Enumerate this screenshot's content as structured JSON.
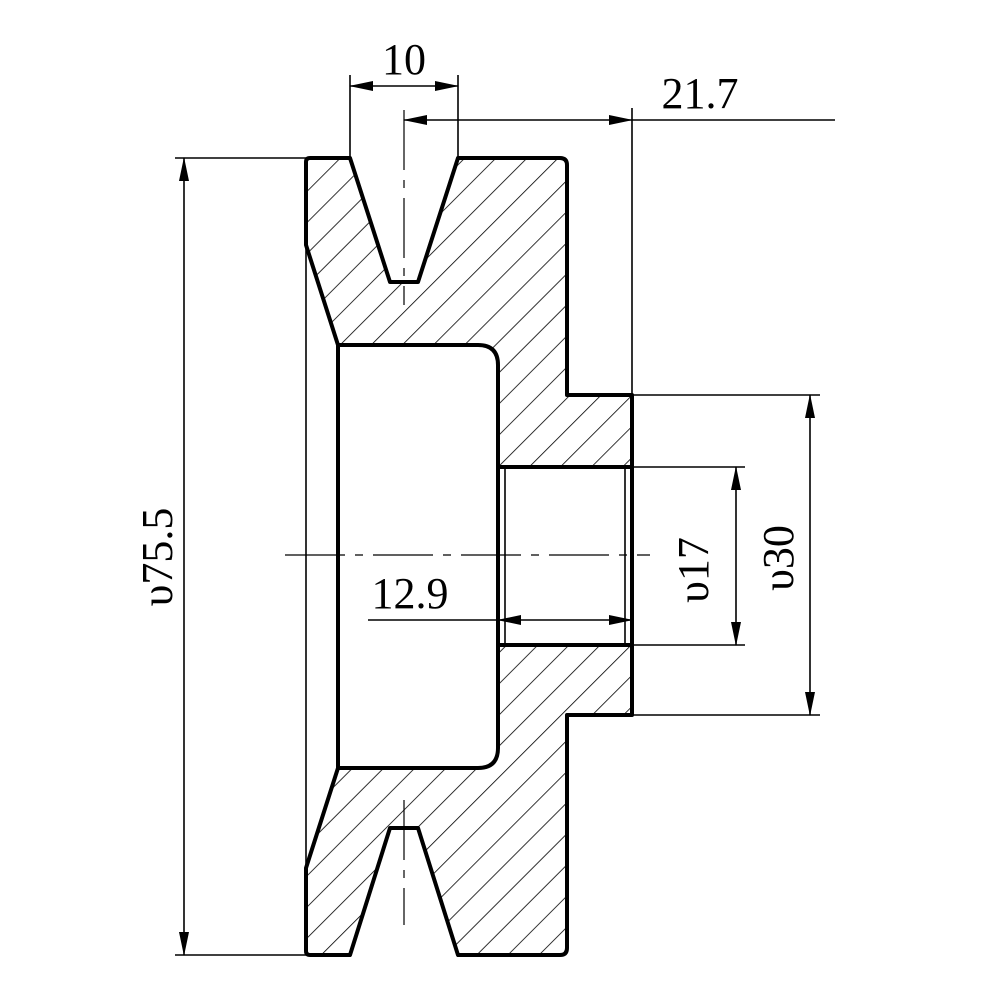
{
  "drawing": {
    "colors": {
      "line": "#000000",
      "background": "#ffffff"
    },
    "dimensions": {
      "groove_width": "10",
      "groove_offset": "21.7",
      "outer_diameter": "υ75.5",
      "bore_length": "12.9",
      "bore_diameter": "υ17",
      "hub_diameter": "υ30"
    }
  }
}
